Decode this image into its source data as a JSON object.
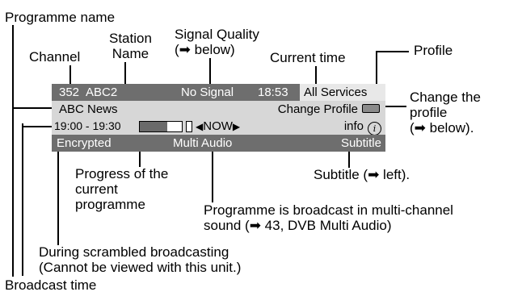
{
  "screen": {
    "channel_number": "352",
    "station": "ABC2",
    "signal": "No Signal",
    "time": "18:53",
    "profile": "All Services",
    "programme": "ABC News",
    "change_profile": "Change Profile",
    "broadcast_time": "19:00 - 19:30",
    "now_left_arrow": "◀",
    "now": "NOW",
    "now_right_arrow": "▶",
    "info": "info",
    "info_glyph": "i",
    "progress_fraction": 0.65,
    "encrypted": "Encrypted",
    "multi_audio": "Multi Audio",
    "subtitle": "Subtitle"
  },
  "callouts": {
    "programme_name": "Programme name",
    "channel": "Channel",
    "station_name": "Station\nName",
    "signal_quality": "Signal Quality\n(➡ below)",
    "current_time": "Current time",
    "profile": "Profile",
    "change_profile": "Change the\nprofile\n(➡ below).",
    "progress": "Progress of the\ncurrent\nprogramme",
    "subtitle": "Subtitle (➡ left).",
    "multi_audio": "Programme is broadcast in multi-channel\nsound (➡ 43, DVB Multi Audio)",
    "scrambled": "During scrambled broadcasting\n(Cannot be viewed with this unit.)",
    "broadcast_time": "Broadcast time"
  },
  "colors": {
    "dark_band": "#6e6e6e",
    "light_band": "#d7d7d7",
    "profile_box": "#e8e8e8"
  }
}
